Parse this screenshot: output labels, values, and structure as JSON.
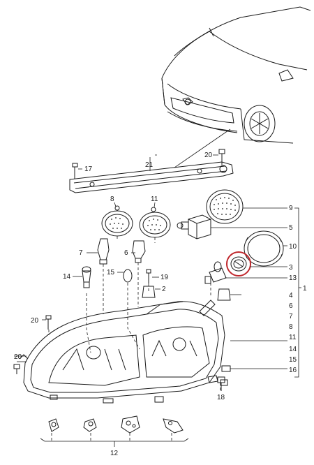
{
  "callouts": {
    "c1": "1",
    "c2": "2",
    "c3": "3",
    "c4": "4",
    "c5": "5",
    "c6": "6",
    "c7": "7",
    "c8": "8",
    "c9": "9",
    "c10": "10",
    "c11": "11",
    "c12": "12",
    "c13": "13",
    "c14": "14",
    "c15": "15",
    "c16": "16",
    "c17": "17",
    "c18": "18",
    "c19": "19",
    "c20": "20",
    "c21": "21"
  },
  "right_column": [
    "9",
    "5",
    "10",
    "3",
    "13",
    "4",
    "6",
    "7",
    "8",
    "11",
    "14",
    "15",
    "16"
  ],
  "colors": {
    "line": "#1a1a1a",
    "highlight": "#c0282d",
    "background": "#ffffff"
  }
}
